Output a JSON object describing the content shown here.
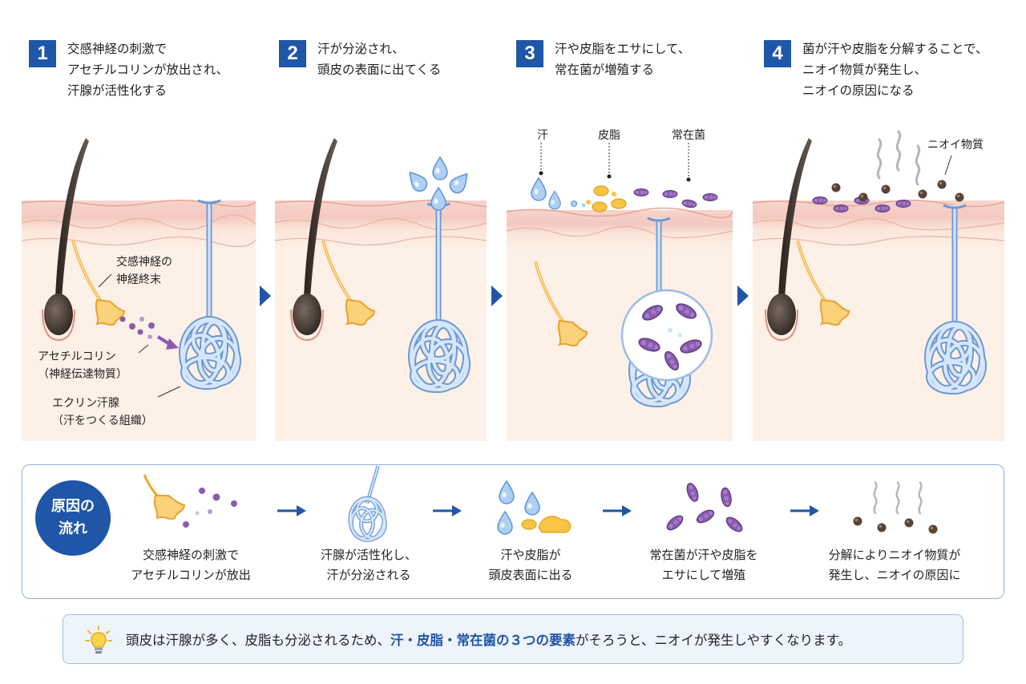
{
  "steps": [
    {
      "number": "1",
      "text": "交感神経の刺激で\nアセチルコリンが放出され、\n汗腺が活性化する"
    },
    {
      "number": "2",
      "text": "汗が分泌され、\n頭皮の表面に出てくる"
    },
    {
      "number": "3",
      "text": "汗や皮脂をエサにして、\n常在菌が増殖する"
    },
    {
      "number": "4",
      "text": "菌が汗や皮脂を分解することで、\nニオイ物質が発生し、\nニオイの原因になる"
    }
  ],
  "panel1_labels": {
    "nerve_ending": "交感神経の\n神経終末",
    "acetylcholine": "アセチルコリン\n（神経伝達物質）",
    "eccrine": "エクリン汗腺\n（汗をつくる組織）"
  },
  "panel3_labels": {
    "sweat": "汗",
    "sebum": "皮脂",
    "bacteria": "常在菌"
  },
  "panel4_labels": {
    "odor": "ニオイ物質"
  },
  "flow": {
    "badge": "原因の\n流れ",
    "steps": [
      "交感神経の刺激で\nアセチルコリンが放出",
      "汗腺が活性化し、\n汗が分泌される",
      "汗や皮脂が\n頭皮表面に出る",
      "常在菌が汗や皮脂を\nエサにして増殖",
      "分解によりニオイ物質が\n発生し、ニオイの原因に"
    ]
  },
  "note": {
    "before": "頭皮は汗腺が多く、皮脂も分泌されるため、",
    "highlight": "汗・皮脂・常在菌の３つの要素",
    "after": "がそろうと、ニオイが発生しやすくなります。"
  },
  "colors": {
    "accent": "#1f56a8",
    "skin": "#fbe9dc",
    "skin_band": "#f2c9c0",
    "gland": "#a8c8ef",
    "nerve": "#f5b53c",
    "bacteria": "#8a5cb0",
    "odor": "#5a4334"
  }
}
